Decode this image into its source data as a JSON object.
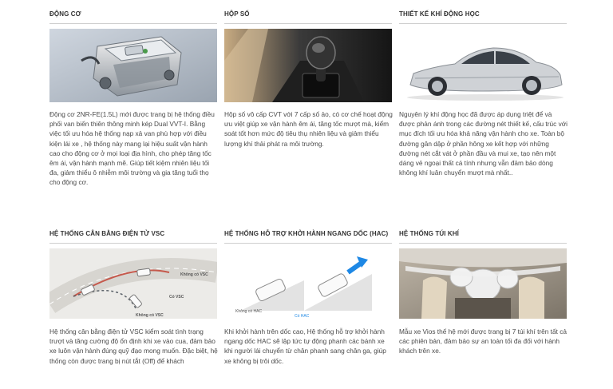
{
  "cards": [
    {
      "title": "ĐỘNG CƠ",
      "image_icon": "engine-image",
      "text": "Động cơ 2NR-FE(1.5L) mới được trang bị hệ thống điều phối van biến thiên thông minh kép Dual VVT-I. Bằng việc tối ưu hóa hệ thống nạp xả van phù hợp với điều kiện lái xe , hệ thống này mang lại hiệu suất vận hành cao cho động cơ ở mọi loại địa hình, cho phép tăng tốc êm ái, vận hành mạnh mẽ. Giúp tiết kiệm nhiên liệu tối đa, giảm thiểu ô nhiễm môi trường và gia tăng tuổi thọ cho động cơ."
    },
    {
      "title": "HỘP SỐ",
      "image_icon": "gear-shifter-image",
      "text": "Hộp số vô cấp CVT với 7 cấp số ảo, có cơ chế hoạt động ưu việt giúp xe vận hành êm ái, tăng tốc mượt mà, kiểm soát tốt hơn mức độ tiêu thụ nhiên liệu và giảm thiểu lượng khí thải phát ra môi trường."
    },
    {
      "title": "THIẾT KẾ KHÍ ĐỘNG HỌC",
      "image_icon": "sedan-side-image",
      "text": "Nguyên lý khí động học đã được áp dụng triệt để và được phản ánh trong các đường nét thiết kế, cấu trúc với mục đích tối ưu hóa khả năng vận hành cho xe. Toàn bộ đường gân dập ở phần hông xe kết hợp với những đường nét cắt vát ở phần đầu và mui xe, tạo nên một dáng vẻ ngoại thất cá tính nhưng vẫn đảm bảo dòng không khí luân chuyển mượt mà nhất.."
    },
    {
      "title": "HỆ THỐNG CÂN BẰNG ĐIỆN TỬ VSC",
      "image_icon": "vsc-diagram-image",
      "image_labels": [
        "Không có VSC",
        "Có VSC",
        "Không có VSC"
      ],
      "text": "Hệ thống cân bằng điện tử VSC kiểm soát tình trạng trượt và tăng cường độ ổn định khi xe vào cua, đảm bảo xe luôn vận hành đúng quỹ đạo mong muốn. Đặc biệt, hệ thống còn được trang bị nút tắt (Off) để khách"
    },
    {
      "title": "HỆ THỐNG HỖ TRỢ KHỞI HÀNH NGANG DỐC (HAC)",
      "image_icon": "hac-diagram-image",
      "image_labels": [
        "Không có HAC",
        "Có HAC"
      ],
      "text": "Khi khởi hành trên dốc cao, Hệ thống hỗ trợ khởi hành ngang dốc HAC sẽ lập tức tự động phanh các bánh xe khi người lái chuyển từ chân phanh sang chân ga, giúp xe không bị trôi dốc."
    },
    {
      "title": "HỆ THỐNG TÚI KHÍ",
      "image_icon": "airbag-cabin-image",
      "text": "Mẫu xe Vios thế hệ mới được trang bị 7 túi khí trên tất cả các phiên bản, đảm bảo sự an toàn tối đa đối với hành khách trên xe."
    }
  ]
}
